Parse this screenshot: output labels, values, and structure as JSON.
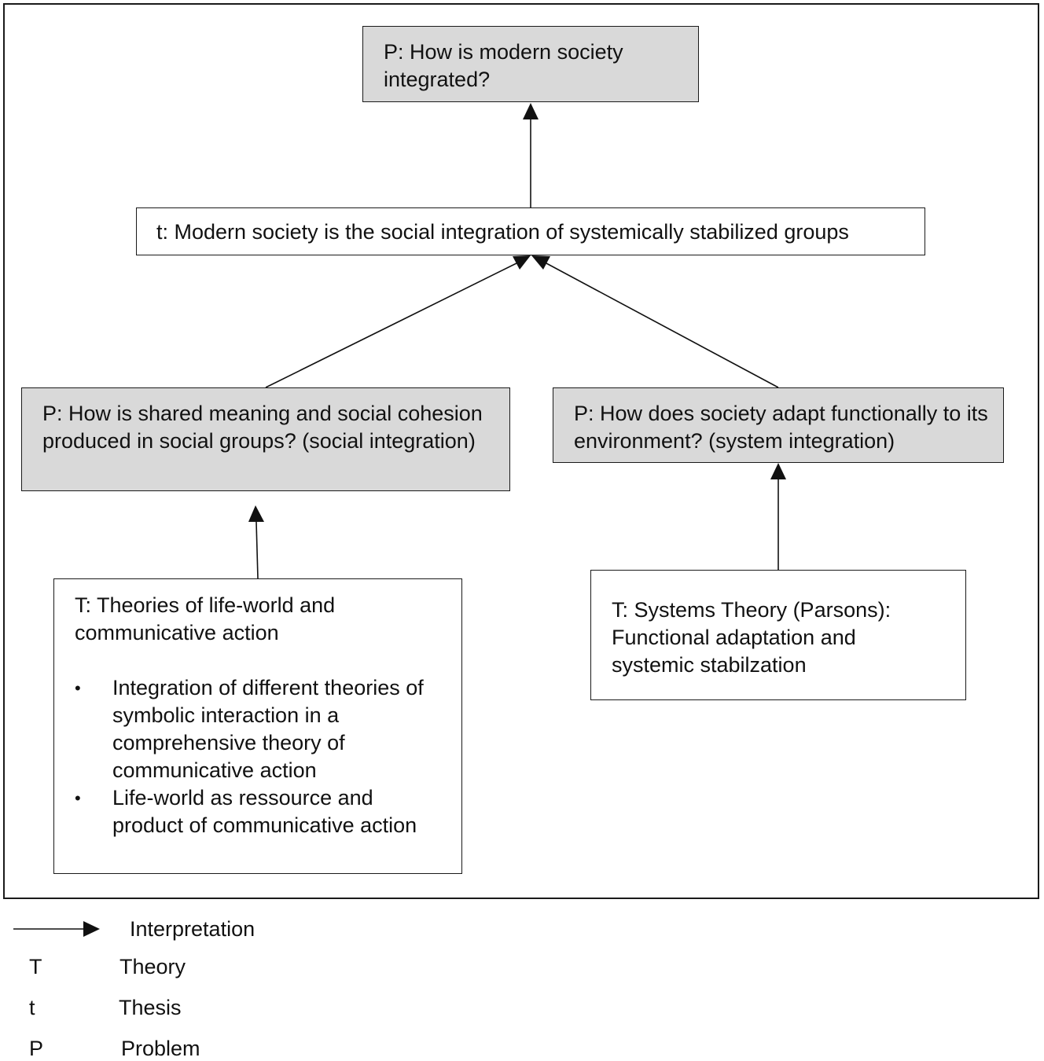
{
  "nodes": {
    "top_problem": {
      "text": "P: How is modern society integrated?"
    },
    "thesis": {
      "text": "t: Modern society is the social integration of systemically stabilized groups"
    },
    "left_problem": {
      "text": "P: How is shared meaning and social cohesion produced in social groups? (social integration)"
    },
    "right_problem": {
      "text": "P: How does society adapt functionally to its environment? (system integration)"
    },
    "left_theory": {
      "title": "T: Theories of life-world and communicative action",
      "bullets": [
        "Integration of different theories of symbolic interaction in a comprehensive theory of communicative action",
        "Life-world as ressource and product of communicative action"
      ]
    },
    "right_theory": {
      "text": "T: Systems Theory (Parsons): Functional adaptation and systemic stabilzation"
    }
  },
  "legend": {
    "arrow_label": "Interpretation",
    "items": [
      {
        "key": "T",
        "label": "Theory"
      },
      {
        "key": "t",
        "label": "Thesis"
      },
      {
        "key": "P",
        "label": "Problem"
      }
    ]
  }
}
